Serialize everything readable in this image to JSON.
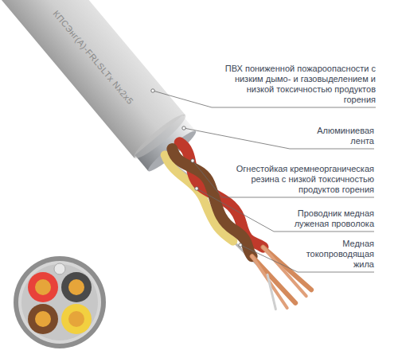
{
  "diagram": {
    "labels": [
      "КПСЭнг(А)-FRLSLTx Nx2x5",
      "ПВХ пониженной пожароопасности с низким дымо- и газовыделением и низкой токсичностью продуктов горения",
      "Алюминиевая лента",
      "Огнестойкая кремнеорганическая резина с низкой токсичностью продуктов горения",
      "Проводник медная луженая проволока",
      "Медная токопроводящая жила"
    ]
  }
}
